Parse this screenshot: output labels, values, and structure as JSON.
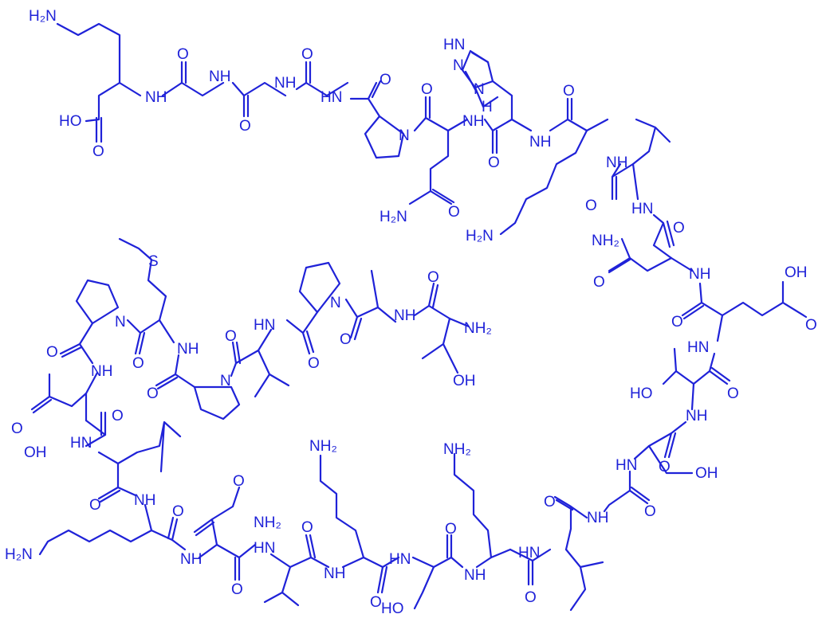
{
  "molecule": {
    "ink_color": "#1f22d8",
    "labels": {
      "nh2_top_lys": "H₂N",
      "ho_cooh": "HO",
      "o": "O",
      "nh": "NH",
      "n": "N",
      "hn": "HN",
      "h": "H",
      "nh2": "NH₂",
      "h2n": "H₂N",
      "s": "S",
      "oh": "OH",
      "ho": "HO"
    }
  }
}
